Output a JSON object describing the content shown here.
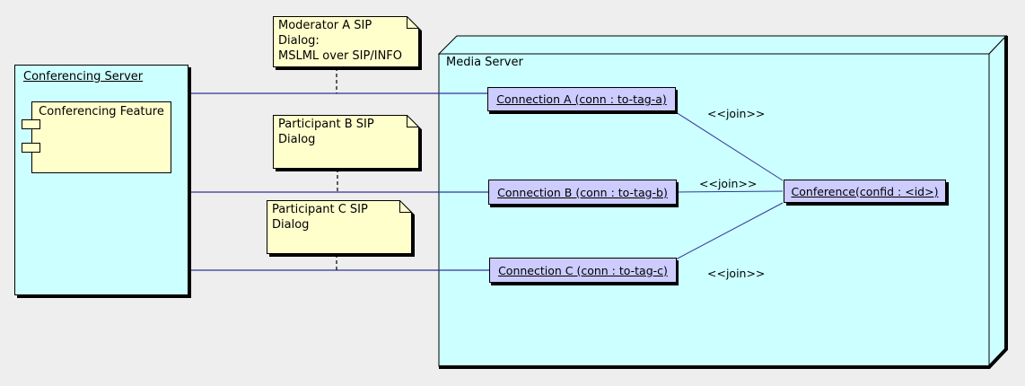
{
  "colors": {
    "background": "#eeeeee",
    "node_fill": "#ccffff",
    "note_fill": "#ffffcc",
    "object_fill": "#ccccff",
    "connector": "#333399",
    "outline": "#000000"
  },
  "conferencing_server": {
    "title": "Conferencing Server",
    "component": {
      "label": "Conferencing Feature"
    }
  },
  "media_server": {
    "title": "Media Server",
    "connections": [
      {
        "label": "Connection A (conn : to-tag-a)"
      },
      {
        "label": "Connection B (conn : to-tag-b)"
      },
      {
        "label": "Connection C (conn : to-tag-c)"
      }
    ],
    "conference": {
      "label": "Conference(confid : <id>)"
    },
    "join_labels": [
      "<<join>>",
      "<<join>>",
      "<<join>>"
    ]
  },
  "notes": [
    {
      "text": "Moderator A SIP Dialog:\nMSLML over SIP/INFO"
    },
    {
      "text": "Participant B SIP Dialog"
    },
    {
      "text": "Participant C SIP Dialog"
    }
  ]
}
